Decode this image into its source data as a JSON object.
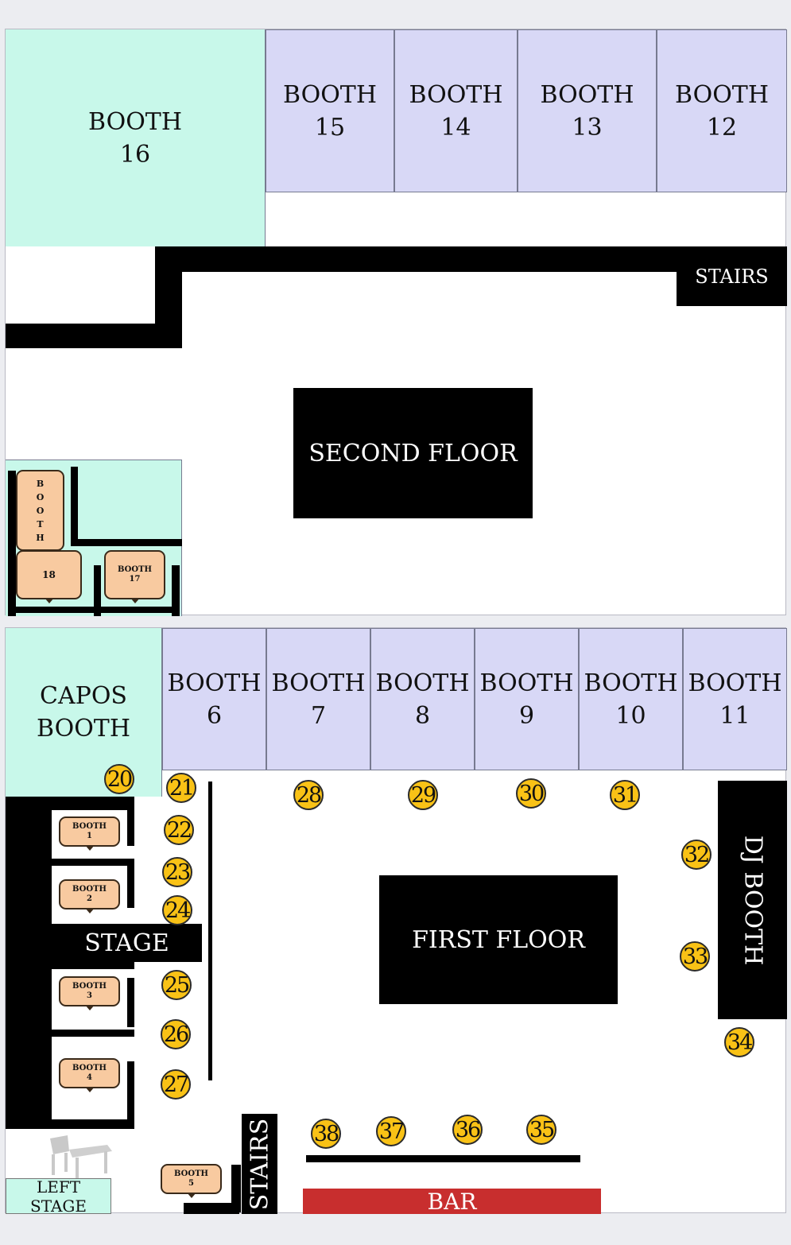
{
  "second_floor": {
    "label": "SECOND FLOOR",
    "stairs_label": "STAIRS",
    "booths": {
      "b16": "BOOTH\n16",
      "b15": "BOOTH\n15",
      "b14": "BOOTH\n14",
      "b13": "BOOTH\n13",
      "b12": "BOOTH\n12",
      "b18_top": "B\nO\nO\nT\nH",
      "b18_num": "18",
      "b17": "BOOTH\n17"
    }
  },
  "first_floor": {
    "label": "FIRST FLOOR",
    "capos": "CAPOS\nBOOTH",
    "booths": {
      "b6": "BOOTH\n6",
      "b7": "BOOTH\n7",
      "b8": "BOOTH\n8",
      "b9": "BOOTH\n9",
      "b10": "BOOTH\n10",
      "b11": "BOOTH\n11",
      "b1": "BOOTH\n1",
      "b2": "BOOTH\n2",
      "b3": "BOOTH\n3",
      "b4": "BOOTH\n4",
      "b5": "BOOTH\n5"
    },
    "stage_label": "STAGE",
    "left_stage_label": "LEFT STAGE",
    "stairs_label": "STAIRS",
    "bar_label": "BAR",
    "dj_booth_label": "DJ BOOTH",
    "tables": [
      "20",
      "21",
      "22",
      "23",
      "24",
      "25",
      "26",
      "27",
      "28",
      "29",
      "30",
      "31",
      "32",
      "33",
      "34",
      "35",
      "36",
      "37",
      "38"
    ]
  },
  "colors": {
    "mint": "#c8f8ea",
    "lavender": "#d8d8f6",
    "tag": "#f8caa0",
    "table": "#f9c216",
    "bar": "#c82e2e"
  }
}
